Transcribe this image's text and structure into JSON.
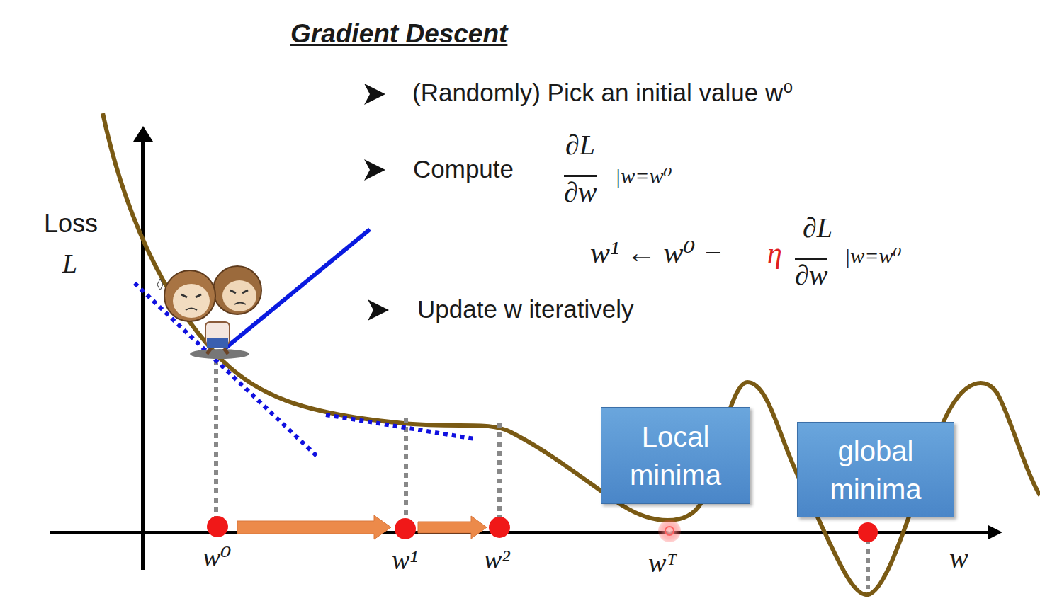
{
  "diagram": {
    "title": "Gradient Descent",
    "nodes": [
      {
        "text": [
          "Local minima"
        ]
      },
      {
        "text": [
          "global minima"
        ]
      }
    ],
    "labels": [
      "(Randomly) Pick an initial value w⁰",
      "Compute",
      "∂L",
      "∂w",
      "|w=w⁰",
      "w¹ ← w⁰ −",
      "η",
      "∂L",
      "∂w",
      "|w=w⁰",
      "Update w iteratively",
      "Loss",
      "L",
      "w⁰",
      "w¹",
      "w²",
      "wᵀ",
      "w"
    ]
  }
}
